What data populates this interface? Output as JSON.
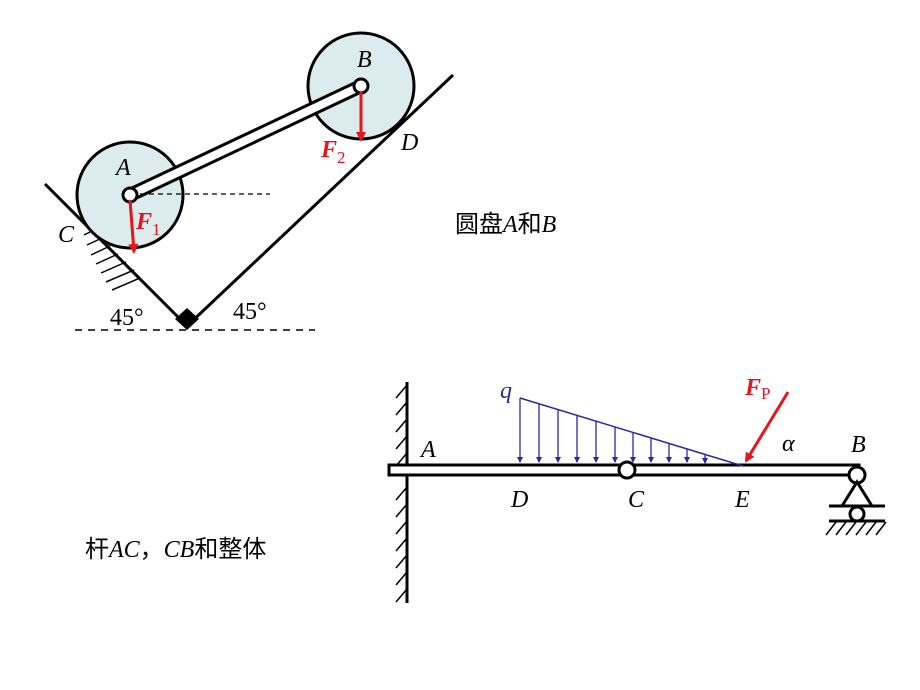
{
  "diagram1": {
    "disk_a_label": "A",
    "disk_b_label": "B",
    "point_c_label": "C",
    "point_d_label": "D",
    "force1_main": "F",
    "force1_sub": "1",
    "force2_main": "F",
    "force2_sub": "2",
    "angle_left": "45°",
    "angle_right": "45°",
    "caption_prefix": "圆盘",
    "caption_a": "A",
    "caption_mid": "和",
    "caption_b": "B"
  },
  "diagram2": {
    "wall_label": "A",
    "load_label": "q",
    "force_main": "F",
    "force_sub": "P",
    "angle_label": "α",
    "support_label": "B",
    "point_d": "D",
    "point_c": "C",
    "point_e": "E",
    "caption_prefix": "杆",
    "caption_ac": "AC",
    "caption_sep": "，",
    "caption_cb": "CB",
    "caption_suffix": "和整体"
  },
  "colors": {
    "disk_fill": "#dcecee",
    "force": "#e8141c",
    "load": "#2a2aa0"
  }
}
